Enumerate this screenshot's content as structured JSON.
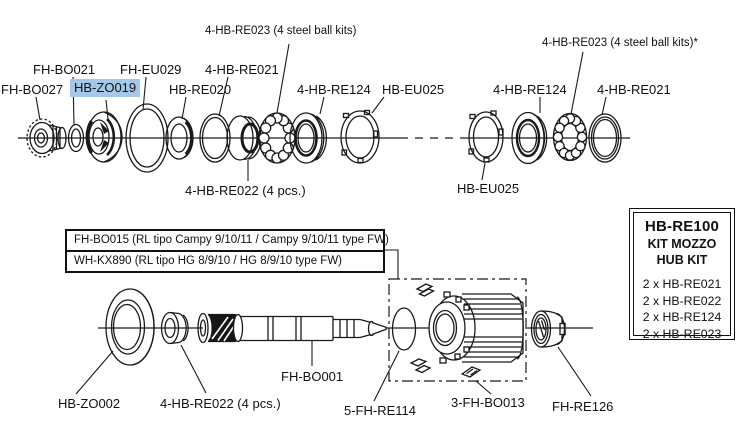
{
  "colors": {
    "highlight": "#a6c8e8",
    "ink": "#1a1a1a"
  },
  "top": {
    "note_left": "4-HB-RE023 (4 steel ball kits)",
    "note_right": "4-HB-RE023 (4 steel ball kits)*",
    "fh_bo021": "FH-BO021",
    "fh_eu029": "FH-EU029",
    "re021_left": "4-HB-RE021",
    "fh_bo027": "FH-BO027",
    "hb_zo019": "HB-ZO019",
    "hb_re020": "HB-RE020",
    "re124_left": "4-HB-RE124",
    "eu025_left": "HB-EU025",
    "re124_right": "4-HB-RE124",
    "re021_right": "4-HB-RE021",
    "re022_below": "4-HB-RE022 (4 pcs.)",
    "eu025_below": "HB-EU025"
  },
  "bottom": {
    "callout_row1": "FH-BO015 (RL tipo Campy 9/10/11 / Campy 9/10/11 type FW)",
    "callout_row2": "WH-KX890 (RL tipo HG 8/9/10 / HG 8/9/10 type FW)",
    "fh_bo001": "FH-BO001",
    "hb_zo002": "HB-ZO002",
    "re022": "4-HB-RE022 (4 pcs.)",
    "fh_re114": "5-FH-RE114",
    "fh_bo013": "3-FH-BO013",
    "fh_re126": "FH-RE126"
  },
  "kit_box": {
    "title": "HB-RE100",
    "line2": "KIT MOZZO",
    "line3": "HUB KIT",
    "items": [
      "2 x HB-RE021",
      "2 x HB-RE022",
      "2 x HB-RE124",
      "2 x HB-RE023"
    ]
  }
}
